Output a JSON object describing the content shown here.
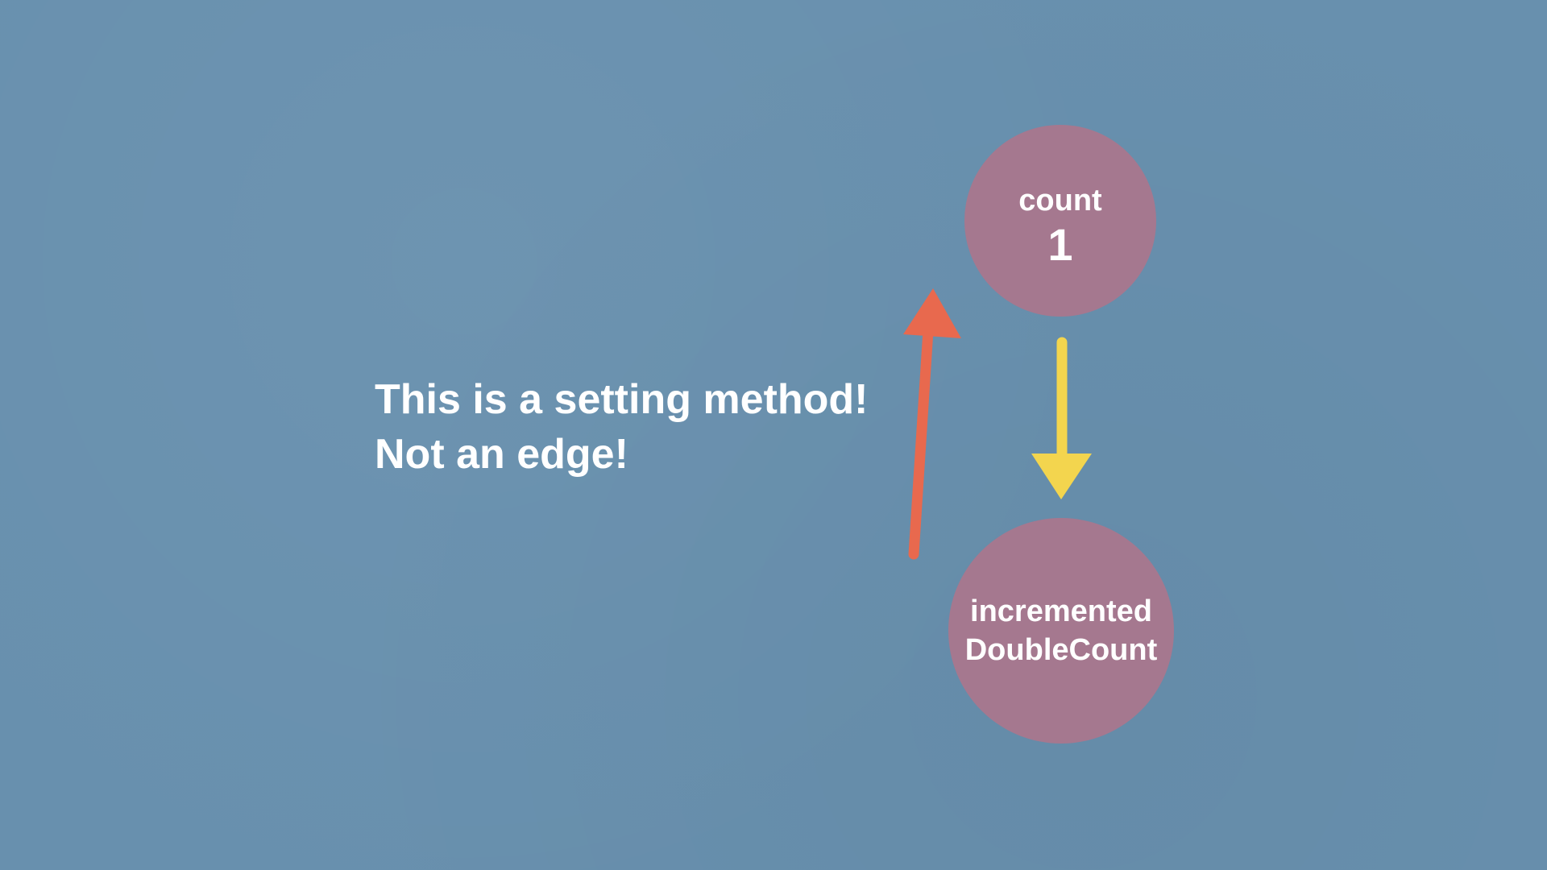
{
  "nodes": {
    "count": {
      "label": "count",
      "value": "1"
    },
    "derived": {
      "line1": "incremented",
      "line2": "DoubleCount"
    }
  },
  "caption": {
    "line1": "This is a setting method!",
    "line2": "Not an edge!"
  },
  "arrows": {
    "setting_color": "#e8694e",
    "edge_color": "#f3d54e"
  },
  "colors": {
    "background": "#6890ae",
    "node": "#a5788f",
    "text": "#ffffff"
  }
}
